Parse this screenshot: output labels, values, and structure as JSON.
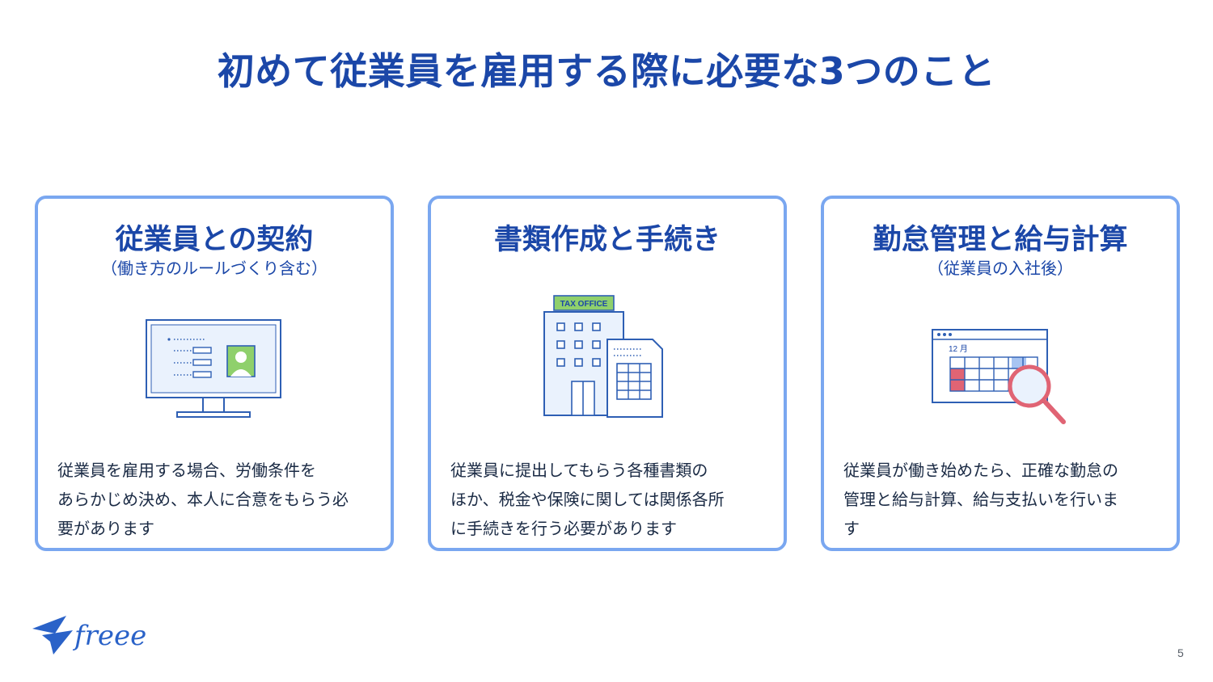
{
  "slide": {
    "title": "初めて従業員を雇用する際に必要な3つのこと",
    "page_number": "5"
  },
  "cards": [
    {
      "title": "従業員との契約",
      "subtitle": "（働き方のルールづくり含む）",
      "icon": "monitor-profile-icon",
      "body_lines": [
        "従業員を雇用する場合、労働条件を",
        "あらかじめ決め、本人に合意をもらう必",
        "要があります"
      ]
    },
    {
      "title": "書類作成と手続き",
      "subtitle": "",
      "icon": "tax-office-building-icon",
      "icon_label": "TAX OFFICE",
      "body_lines": [
        "従業員に提出してもらう各種書類の",
        "ほか、税金や保険に関しては関係各所",
        "に手続きを行う必要があります"
      ]
    },
    {
      "title": "勤怠管理と給与計算",
      "subtitle": "（従業員の入社後）",
      "icon": "calendar-magnifier-icon",
      "icon_label": "12 月",
      "body_lines": [
        "従業員が働き始めたら、正確な勤怠の",
        "管理と給与計算、給与支払いを行いま",
        "す"
      ]
    }
  ],
  "logo": {
    "text": "freee",
    "icon": "freee-bird-logo"
  },
  "colors": {
    "title_blue": "#1b47a8",
    "card_border": "#7aa7f0",
    "icon_outline": "#2e5fb4",
    "icon_accent_green": "#8fd06c",
    "icon_accent_red": "#e06474",
    "icon_accent_lightblue": "#a7c4f2"
  }
}
